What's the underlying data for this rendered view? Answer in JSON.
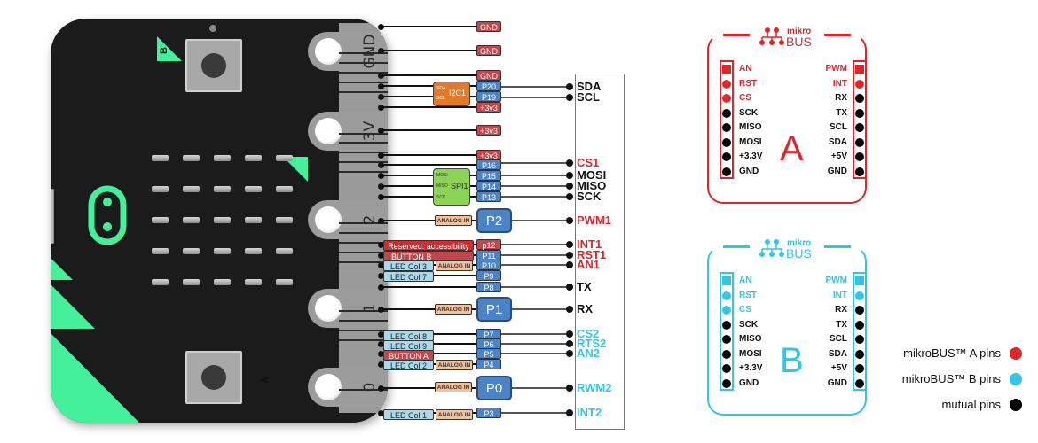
{
  "board": {
    "edge_pads": [
      {
        "label": "GND"
      },
      {
        "label": "3V"
      },
      {
        "label": "2"
      },
      {
        "label": "1"
      },
      {
        "label": "0"
      }
    ],
    "buttons": [
      {
        "label": "B"
      },
      {
        "label": "A"
      }
    ]
  },
  "pin_tags": [
    {
      "label": "GND",
      "style": "red"
    },
    {
      "label": "GND",
      "style": "red"
    },
    {
      "label": "GND",
      "style": "red"
    },
    {
      "label": "P20",
      "style": "blue"
    },
    {
      "label": "P19",
      "style": "blue"
    },
    {
      "label": "+3v3",
      "style": "red"
    },
    {
      "label": "+3v3",
      "style": "red"
    },
    {
      "label": "+3v3",
      "style": "red"
    },
    {
      "label": "P16",
      "style": "blue"
    },
    {
      "label": "P15",
      "style": "blue"
    },
    {
      "label": "P14",
      "style": "blue"
    },
    {
      "label": "P13",
      "style": "blue"
    },
    {
      "label": "p12",
      "style": "red"
    },
    {
      "label": "P11",
      "style": "blue"
    },
    {
      "label": "P10",
      "style": "blue"
    },
    {
      "label": "P9",
      "style": "blue"
    },
    {
      "label": "P8",
      "style": "blue"
    },
    {
      "label": "P7",
      "style": "blue"
    },
    {
      "label": "P6",
      "style": "blue"
    },
    {
      "label": "P5",
      "style": "blue"
    },
    {
      "label": "P4",
      "style": "blue"
    },
    {
      "label": "P3",
      "style": "blue"
    }
  ],
  "big_pins": [
    {
      "label": "P2"
    },
    {
      "label": "P1"
    },
    {
      "label": "P0"
    }
  ],
  "function_tags": {
    "reserved": "Reserved: accessibility",
    "button_b": "BUTTON B",
    "button_a": "BUTTON A",
    "led_col_3": "LED Col 3",
    "led_col_7": "LED Col 7",
    "led_col_8": "LED Col 8",
    "led_col_9": "LED Col 9",
    "led_col_2": "LED Col 2",
    "led_col_1": "LED Col 1",
    "analog_in": "ANALOG IN"
  },
  "i2c_block": {
    "title": "I2C1",
    "sda": "SDA",
    "scl": "SCL"
  },
  "spi_block": {
    "title": "SPI1",
    "mosi": "MOSI",
    "miso": "MISO",
    "sck": "SCK"
  },
  "signals": [
    {
      "label": "SDA",
      "color": "black"
    },
    {
      "label": "SCL",
      "color": "black"
    },
    {
      "label": "CS1",
      "color": "red"
    },
    {
      "label": "MOSI",
      "color": "black"
    },
    {
      "label": "MISO",
      "color": "black"
    },
    {
      "label": "SCK",
      "color": "black"
    },
    {
      "label": "PWM1",
      "color": "red"
    },
    {
      "label": "INT1",
      "color": "red"
    },
    {
      "label": "RST1",
      "color": "red"
    },
    {
      "label": "AN1",
      "color": "red"
    },
    {
      "label": "TX",
      "color": "black"
    },
    {
      "label": "RX",
      "color": "black"
    },
    {
      "label": "CS2",
      "color": "cyan"
    },
    {
      "label": "RTS2",
      "color": "cyan"
    },
    {
      "label": "AN2",
      "color": "cyan"
    },
    {
      "label": "RWM2",
      "color": "cyan"
    },
    {
      "label": "INT2",
      "color": "cyan"
    }
  ],
  "mikrobus": {
    "brand_top": "mikro",
    "brand_bottom": "BUS",
    "left_pins": [
      "AN",
      "RST",
      "CS",
      "SCK",
      "MISO",
      "MOSI",
      "+3.3V",
      "GND"
    ],
    "right_pins": [
      "PWM",
      "INT",
      "RX",
      "TX",
      "SCL",
      "SDA",
      "+5V",
      "GND"
    ],
    "a": {
      "letter": "A",
      "color": "#e0262a"
    },
    "b": {
      "letter": "B",
      "color": "#2fc6ea"
    }
  },
  "legend": [
    {
      "label": "mikroBUS™ A pins",
      "color": "#e0262a"
    },
    {
      "label": "mikroBUS™ B pins",
      "color": "#2fc6ea"
    },
    {
      "label": "mutual pins",
      "color": "#000000"
    }
  ]
}
